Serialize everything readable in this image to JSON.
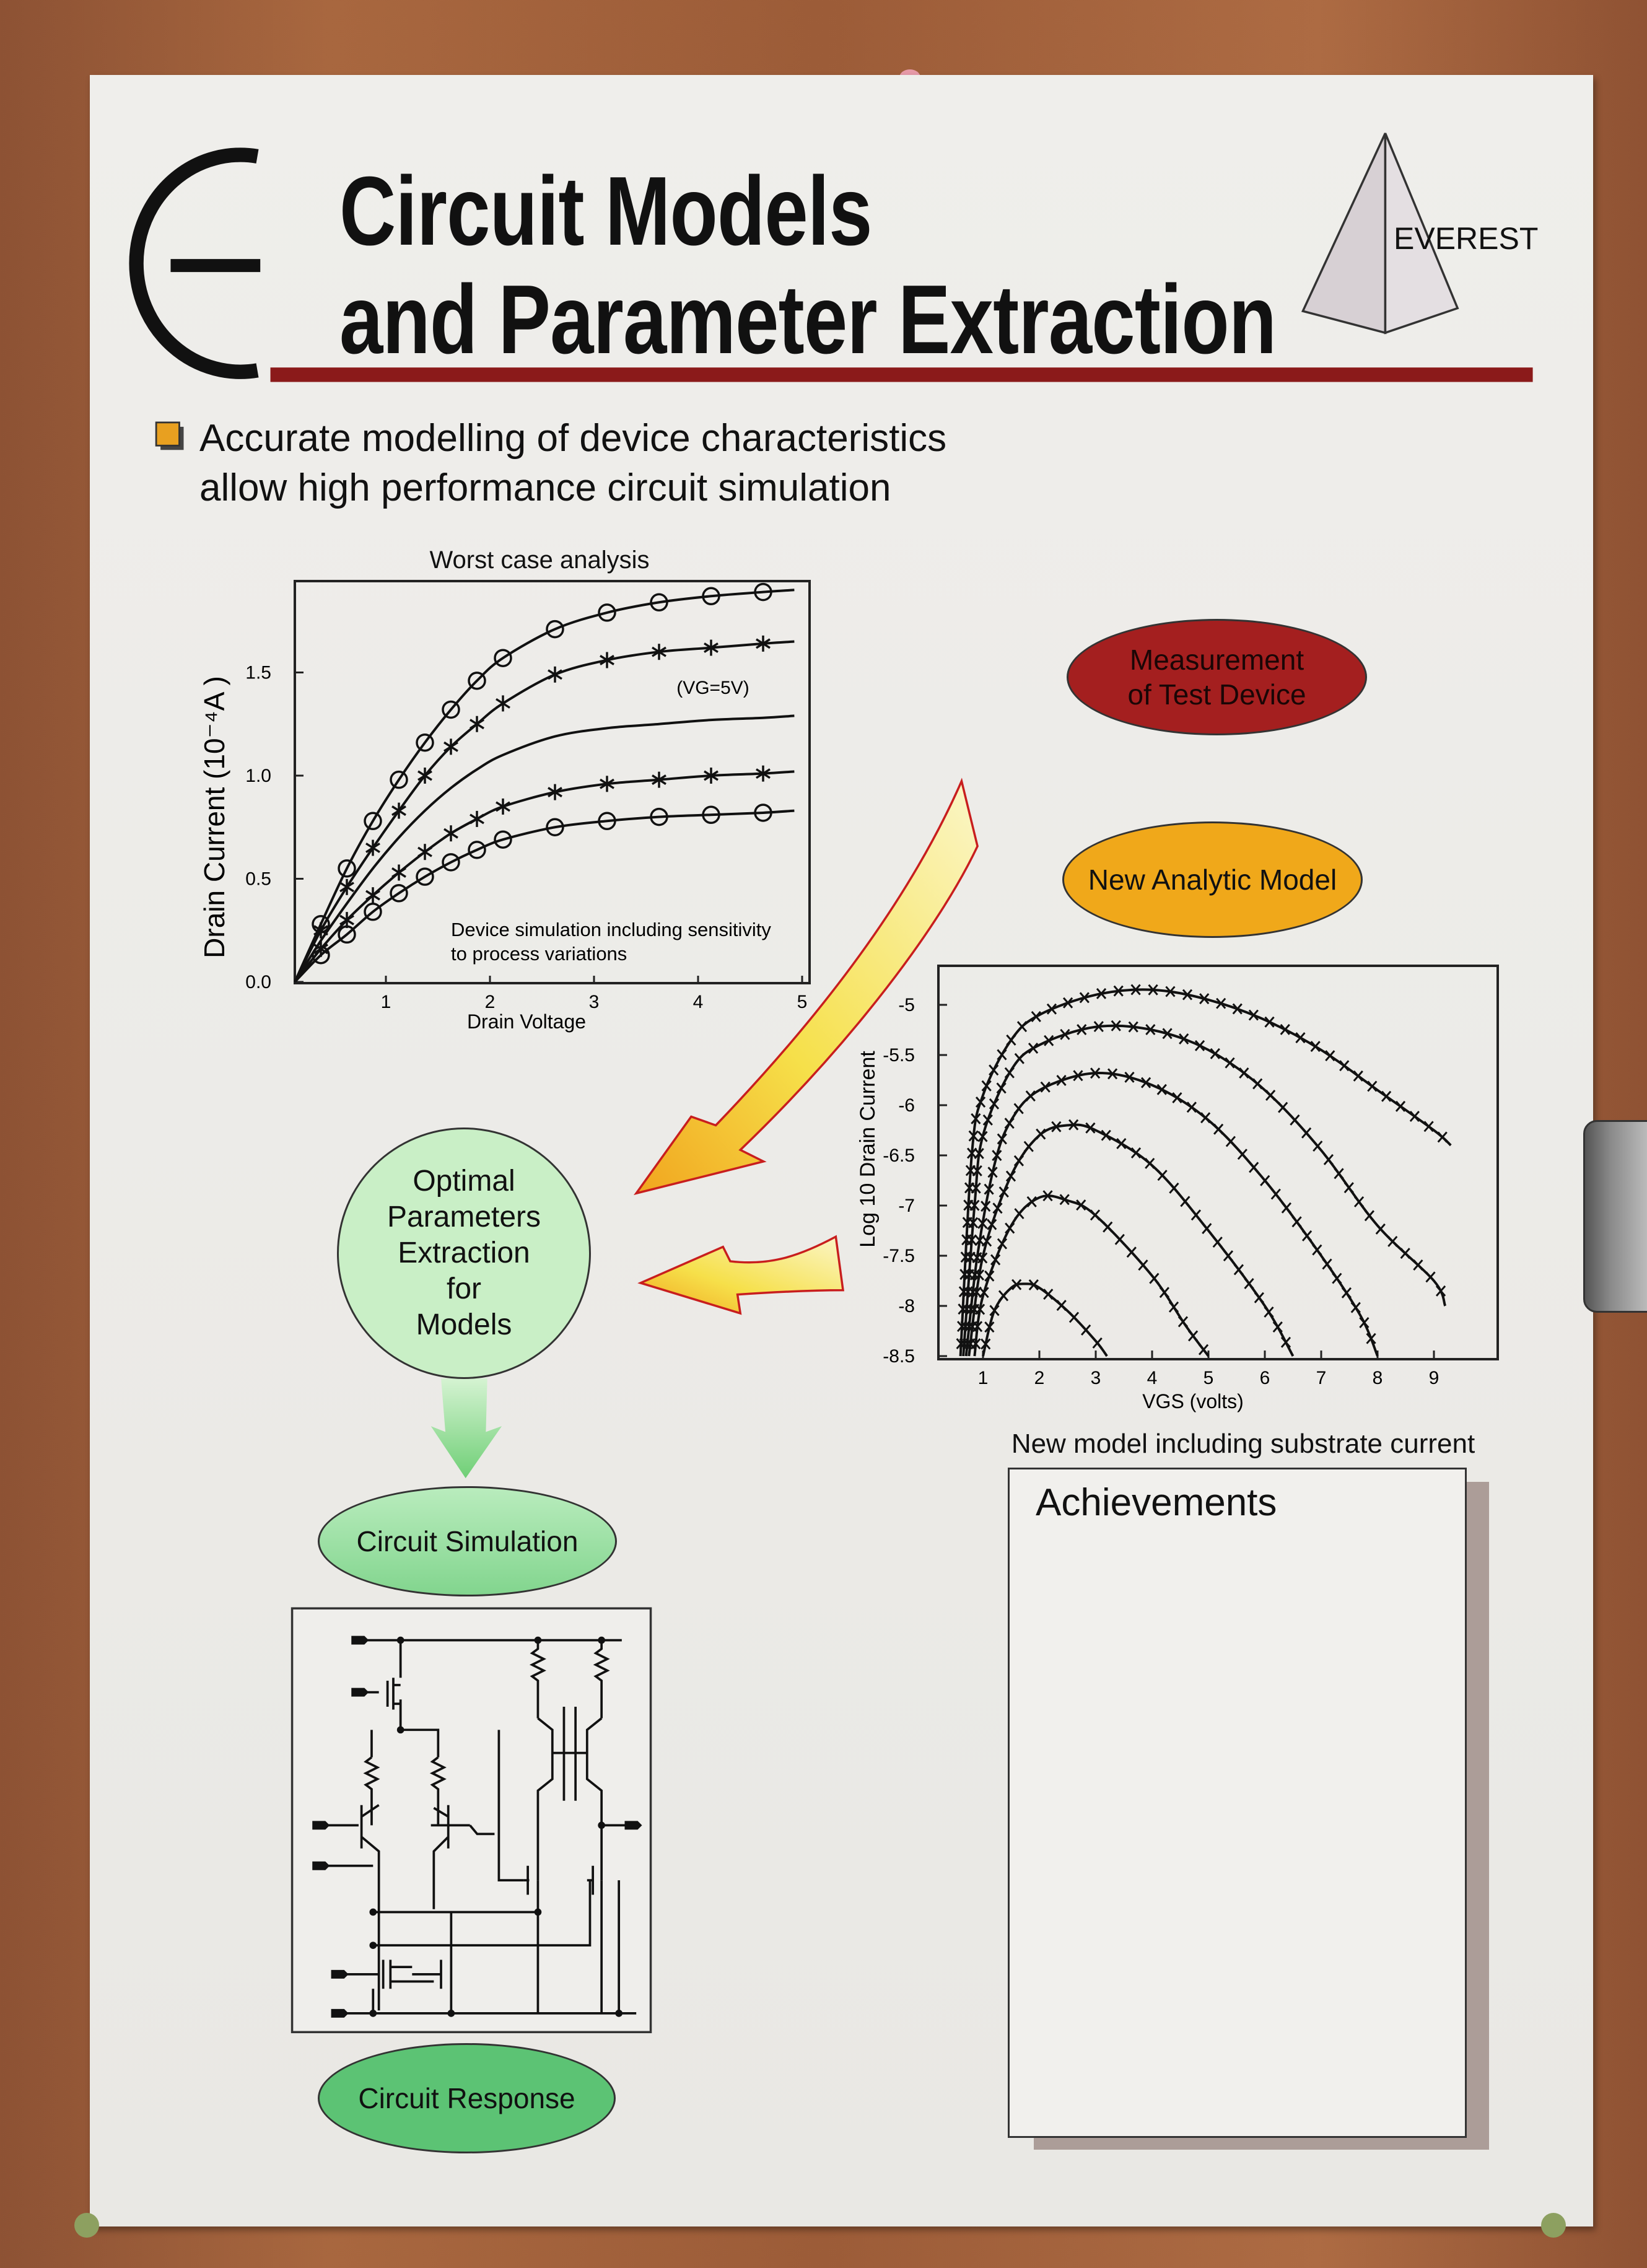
{
  "poster": {
    "title_line1": "Circuit Models",
    "title_line2": "and Parameter Extraction",
    "logo_label": "EVEREST",
    "bullet_line1": "Accurate modelling of device characteristics",
    "bullet_line2": "allow high performance circuit simulation",
    "colors": {
      "accent_red": "#8b1a1a",
      "bullet": "#e8a020",
      "measurement": "#a41f1f",
      "analytic": "#f0a81a",
      "optimal": "#c9efc6",
      "simulation": "#8fdc9a",
      "response": "#5cc374"
    }
  },
  "flow": {
    "measurement": "Measurement of Test Device",
    "analytic_model": "New Analytic Model",
    "optimal": [
      "Optimal",
      "Parameters",
      "Extraction",
      "for",
      "Models"
    ],
    "circuit_simulation": "Circuit Simulation",
    "circuit_response": "Circuit Response"
  },
  "achievements": {
    "title": "Achievements"
  },
  "chart_data": [
    {
      "type": "line",
      "title": "Worst case analysis",
      "xlabel": "Drain Voltage",
      "ylabel": "Drain Current (10⁻⁴A )",
      "xlim": [
        0,
        5
      ],
      "ylim": [
        0,
        1.9
      ],
      "xticks": [
        "1",
        "2",
        "3",
        "4",
        "5"
      ],
      "yticks": [
        "0.0",
        "0.5",
        "1.0",
        "1.5"
      ],
      "annotations": [
        "(VG=5V)",
        "Device simulation including sensitivity",
        "to process variations"
      ],
      "x": [
        0,
        0.25,
        0.5,
        0.75,
        1,
        1.25,
        1.5,
        1.75,
        2,
        2.5,
        3,
        3.5,
        4,
        4.5,
        4.8
      ],
      "series": [
        {
          "name": "worst-high",
          "marker": "circle",
          "values": [
            0,
            0.28,
            0.55,
            0.78,
            0.98,
            1.16,
            1.32,
            1.46,
            1.57,
            1.71,
            1.79,
            1.84,
            1.87,
            1.89,
            1.9
          ]
        },
        {
          "name": "high",
          "marker": "star",
          "values": [
            0,
            0.25,
            0.46,
            0.65,
            0.83,
            1.0,
            1.14,
            1.25,
            1.35,
            1.49,
            1.56,
            1.6,
            1.62,
            1.64,
            1.65
          ]
        },
        {
          "name": "nominal",
          "marker": "none",
          "values": [
            0,
            0.2,
            0.38,
            0.55,
            0.7,
            0.83,
            0.94,
            1.03,
            1.1,
            1.19,
            1.23,
            1.25,
            1.27,
            1.28,
            1.29
          ]
        },
        {
          "name": "low",
          "marker": "star",
          "values": [
            0,
            0.16,
            0.3,
            0.42,
            0.53,
            0.63,
            0.72,
            0.79,
            0.85,
            0.92,
            0.96,
            0.98,
            1.0,
            1.01,
            1.02
          ]
        },
        {
          "name": "worst-low",
          "marker": "circle",
          "values": [
            0,
            0.13,
            0.23,
            0.34,
            0.43,
            0.51,
            0.58,
            0.64,
            0.69,
            0.75,
            0.78,
            0.8,
            0.81,
            0.82,
            0.83
          ]
        }
      ]
    },
    {
      "type": "line",
      "title": "New model including substrate current",
      "xlabel": "VGS (volts)",
      "ylabel": "Log 10 Drain Current",
      "xlim": [
        0.2,
        10.1
      ],
      "ylim": [
        -8.5,
        -4.6
      ],
      "xticks": [
        "1",
        "2",
        "3",
        "4",
        "5",
        "6",
        "7",
        "8",
        "9"
      ],
      "yticks": [
        "-5",
        "-5.5",
        "-6",
        "-6.5",
        "-7",
        "-7.5",
        "-8",
        "-8.5"
      ],
      "series": [
        {
          "name": "curve-1",
          "marker": "x",
          "points": [
            [
              0.6,
              -8.5
            ],
            [
              0.8,
              -6.5
            ],
            [
              1,
              -5.9
            ],
            [
              1.5,
              -5.35
            ],
            [
              2,
              -5.1
            ],
            [
              3,
              -4.9
            ],
            [
              4,
              -4.85
            ],
            [
              5,
              -4.95
            ],
            [
              6,
              -5.15
            ],
            [
              7,
              -5.45
            ],
            [
              8,
              -5.85
            ],
            [
              9,
              -6.25
            ],
            [
              9.3,
              -6.4
            ]
          ]
        },
        {
          "name": "curve-2",
          "marker": "x",
          "points": [
            [
              0.65,
              -8.5
            ],
            [
              0.85,
              -7
            ],
            [
              1,
              -6.3
            ],
            [
              1.5,
              -5.65
            ],
            [
              2,
              -5.4
            ],
            [
              3,
              -5.22
            ],
            [
              4,
              -5.25
            ],
            [
              5,
              -5.45
            ],
            [
              6,
              -5.85
            ],
            [
              7,
              -6.45
            ],
            [
              8,
              -7.2
            ],
            [
              9,
              -7.75
            ],
            [
              9.2,
              -8.0
            ]
          ]
        },
        {
          "name": "curve-3",
          "marker": "x",
          "points": [
            [
              0.7,
              -8.5
            ],
            [
              0.9,
              -7.5
            ],
            [
              1.2,
              -6.6
            ],
            [
              1.5,
              -6.15
            ],
            [
              2,
              -5.85
            ],
            [
              3,
              -5.68
            ],
            [
              4,
              -5.8
            ],
            [
              5,
              -6.15
            ],
            [
              6,
              -6.75
            ],
            [
              7,
              -7.5
            ],
            [
              7.7,
              -8.1
            ],
            [
              8,
              -8.5
            ]
          ]
        },
        {
          "name": "curve-4",
          "marker": "x",
          "points": [
            [
              0.75,
              -8.5
            ],
            [
              1,
              -7.5
            ],
            [
              1.5,
              -6.7
            ],
            [
              2,
              -6.3
            ],
            [
              2.5,
              -6.2
            ],
            [
              3,
              -6.25
            ],
            [
              4,
              -6.6
            ],
            [
              5,
              -7.25
            ],
            [
              6,
              -8.0
            ],
            [
              6.5,
              -8.5
            ]
          ]
        },
        {
          "name": "curve-5",
          "marker": "x",
          "points": [
            [
              0.85,
              -8.5
            ],
            [
              1,
              -7.9
            ],
            [
              1.5,
              -7.2
            ],
            [
              2,
              -6.92
            ],
            [
              2.5,
              -6.95
            ],
            [
              3,
              -7.1
            ],
            [
              4,
              -7.7
            ],
            [
              4.6,
              -8.2
            ],
            [
              5,
              -8.5
            ]
          ]
        },
        {
          "name": "curve-6",
          "marker": "x",
          "points": [
            [
              1,
              -8.5
            ],
            [
              1.2,
              -8.05
            ],
            [
              1.5,
              -7.82
            ],
            [
              1.75,
              -7.78
            ],
            [
              2,
              -7.82
            ],
            [
              2.5,
              -8.05
            ],
            [
              3,
              -8.35
            ],
            [
              3.2,
              -8.5
            ]
          ]
        }
      ]
    }
  ]
}
